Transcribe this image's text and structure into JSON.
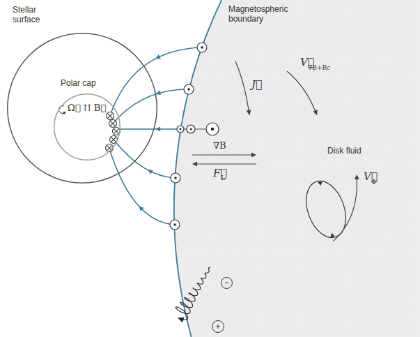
{
  "diagram": {
    "nodes": [
      {
        "text": [
          "Stellar surface"
        ]
      },
      {
        "text": [
          "Polar cap",
          "Ω⃗ ⇈ B⃗"
        ],
        "in": 0
      },
      {
        "text": [
          "−"
        ]
      },
      {
        "text": [
          "+"
        ]
      }
    ],
    "labels": [
      "Magnetospheric boundary",
      "J⃗",
      "V⃗",
      "∇B+Rc",
      "∇B",
      "F⃗",
      "L",
      "Disk fluid",
      "V⃗",
      "Φ"
    ]
  }
}
